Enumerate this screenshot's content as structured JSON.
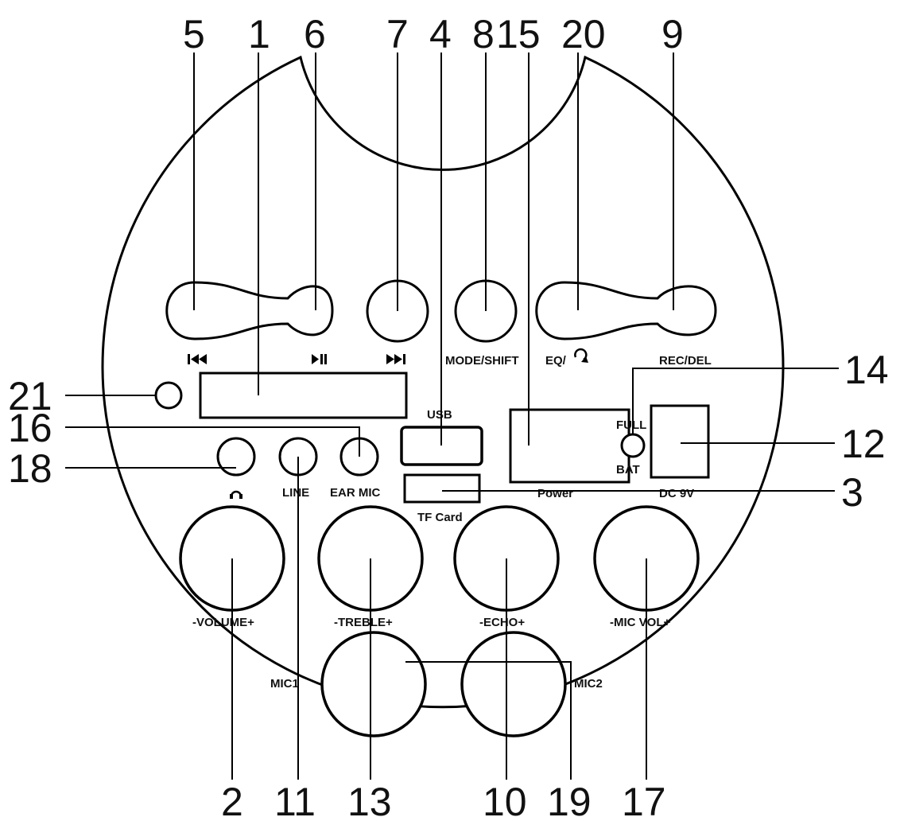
{
  "labels": {
    "prev": "⏮",
    "play_pause": "⏯",
    "next": "⏭",
    "mode_shift": "MODE/SHIFT",
    "eq": "EQ/",
    "rec_del": "REC/DEL",
    "usb": "USB",
    "tf_card": "TF Card",
    "power": "Power",
    "full": "FULL",
    "bat": "BAT",
    "dc": "DC 9V",
    "line": "LINE",
    "ear_mic": "EAR MIC",
    "volume": "-VOLUME+",
    "treble": "-TREBLE+",
    "echo": "-ECHO+",
    "mic_vol": "-MIC VOL+",
    "mic1": "MIC1",
    "mic2": "MIC2"
  },
  "callouts": {
    "n5": "5",
    "n1": "1",
    "n6": "6",
    "n7": "7",
    "n4": "4",
    "n8": "8",
    "n15": "15",
    "n20": "20",
    "n9": "9",
    "n21": "21",
    "n16": "16",
    "n18": "18",
    "n14": "14",
    "n12": "12",
    "n3": "3",
    "n2": "2",
    "n11": "11",
    "n13": "13",
    "n10": "10",
    "n19": "19",
    "n17": "17"
  }
}
